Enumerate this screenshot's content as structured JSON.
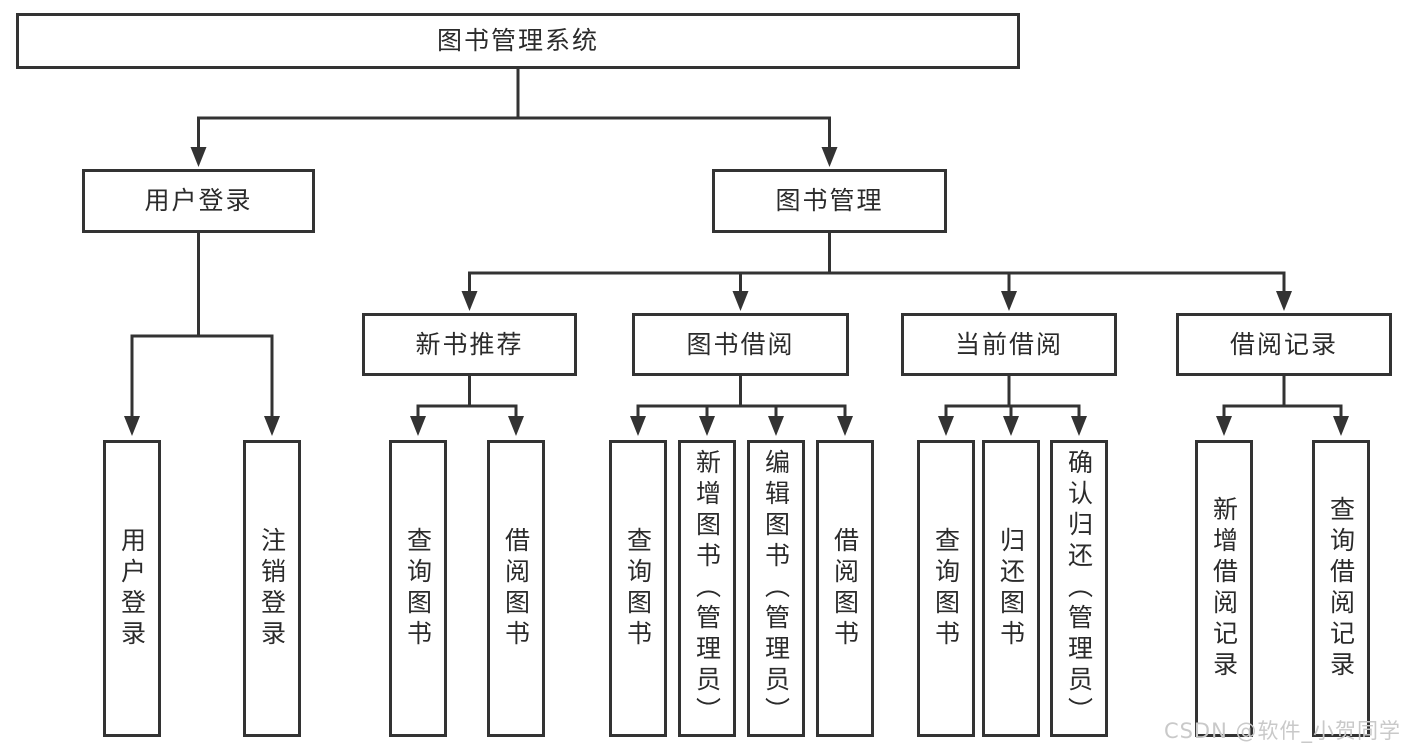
{
  "diagram": {
    "root": {
      "label": "图书管理系统"
    },
    "branches": [
      {
        "label": "用户登录",
        "children": [
          {
            "label": "用户登录"
          },
          {
            "label": "注销登录"
          }
        ]
      },
      {
        "label": "图书管理",
        "children": [
          {
            "label": "新书推荐",
            "children": [
              {
                "label": "查询图书"
              },
              {
                "label": "借阅图书"
              }
            ]
          },
          {
            "label": "图书借阅",
            "children": [
              {
                "label": "查询图书"
              },
              {
                "label": "新增图书（管理员）"
              },
              {
                "label": "编辑图书（管理员）"
              },
              {
                "label": "借阅图书"
              }
            ]
          },
          {
            "label": "当前借阅",
            "children": [
              {
                "label": "查询图书"
              },
              {
                "label": "归还图书"
              },
              {
                "label": "确认归还（管理员）"
              }
            ]
          },
          {
            "label": "借阅记录",
            "children": [
              {
                "label": "新增借阅记录"
              },
              {
                "label": "查询借阅记录"
              }
            ]
          }
        ]
      }
    ]
  },
  "watermark": {
    "text": "CSDN @软件_小贺同学"
  },
  "colors": {
    "line": "#333333",
    "box_border": "#333333",
    "box_fill": "#ffffff",
    "text": "#2b2b2b",
    "watermark": "#c9c9c9",
    "background": "#ffffff"
  }
}
